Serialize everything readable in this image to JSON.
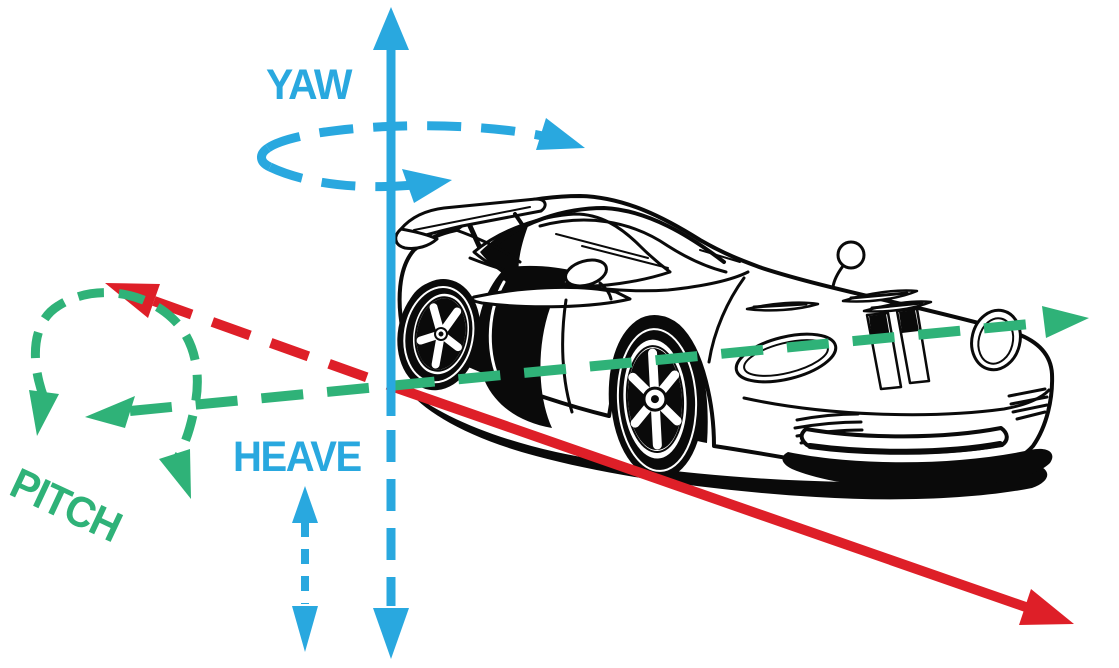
{
  "labels": {
    "yaw": "YAW",
    "pitch": "PITCH",
    "heave": "HEAVE"
  },
  "colors": {
    "blue": "#29a8df",
    "green": "#2fb278",
    "red": "#de1f28",
    "ink": "#0a0a0a",
    "bg": "#ffffff"
  }
}
